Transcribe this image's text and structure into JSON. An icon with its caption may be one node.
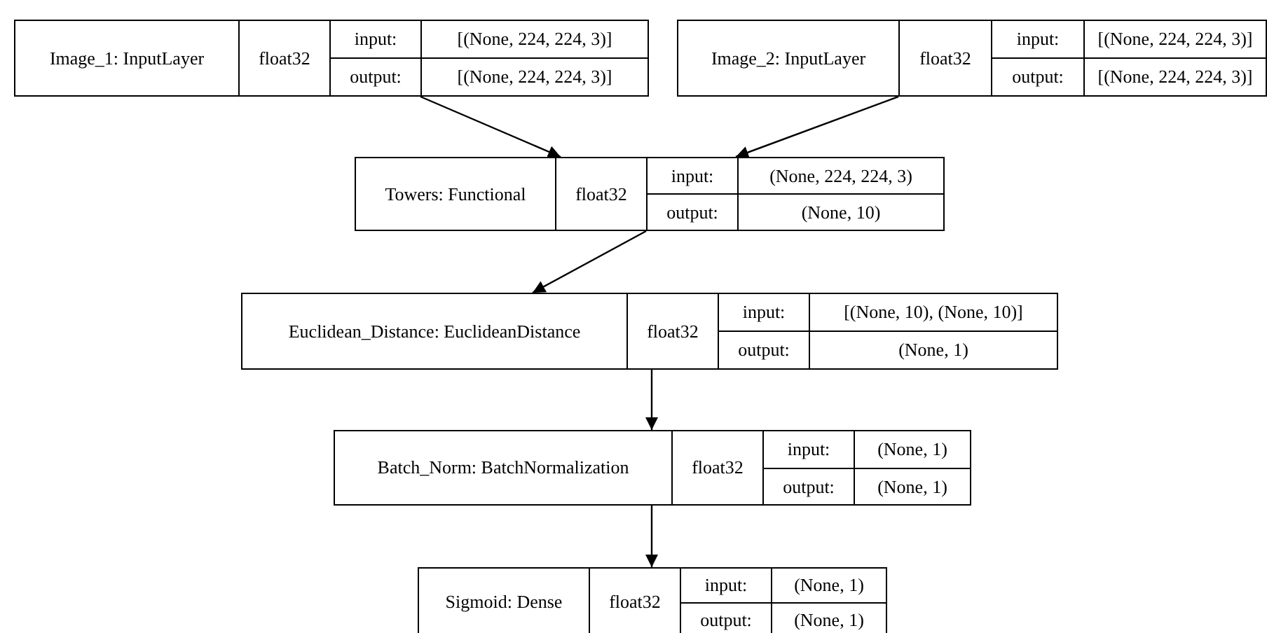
{
  "diagram": {
    "nodes": [
      {
        "text": [
          "Image_1: InputLayer",
          "float32",
          "input:",
          "[(None, 224, 224, 3)]",
          "output:",
          "[(None, 224, 224, 3)]"
        ]
      },
      {
        "text": [
          "Image_2: InputLayer",
          "float32",
          "input:",
          "[(None, 224, 224, 3)]",
          "output:",
          "[(None, 224, 224, 3)]"
        ]
      },
      {
        "text": [
          "Towers: Functional",
          "float32",
          "input:",
          "(None, 224, 224, 3)",
          "output:",
          "(None, 10)"
        ]
      },
      {
        "text": [
          "Euclidean_Distance: EuclideanDistance",
          "float32",
          "input:",
          "[(None, 10), (None, 10)]",
          "output:",
          "(None, 1)"
        ]
      },
      {
        "text": [
          "Batch_Norm: BatchNormalization",
          "float32",
          "input:",
          "(None, 1)",
          "output:",
          "(None, 1)"
        ]
      },
      {
        "text": [
          "Sigmoid: Dense",
          "float32",
          "input:",
          "(None, 1)",
          "output:",
          "(None, 1)"
        ]
      }
    ],
    "edges": [
      {
        "from": 0,
        "to": 2,
        "arrow": "to"
      },
      {
        "from": 1,
        "to": 2,
        "arrow": "to"
      },
      {
        "from": 2,
        "to": 3,
        "arrow": "to"
      },
      {
        "from": 3,
        "to": 4,
        "arrow": "to"
      },
      {
        "from": 4,
        "to": 5,
        "arrow": "to"
      }
    ]
  }
}
